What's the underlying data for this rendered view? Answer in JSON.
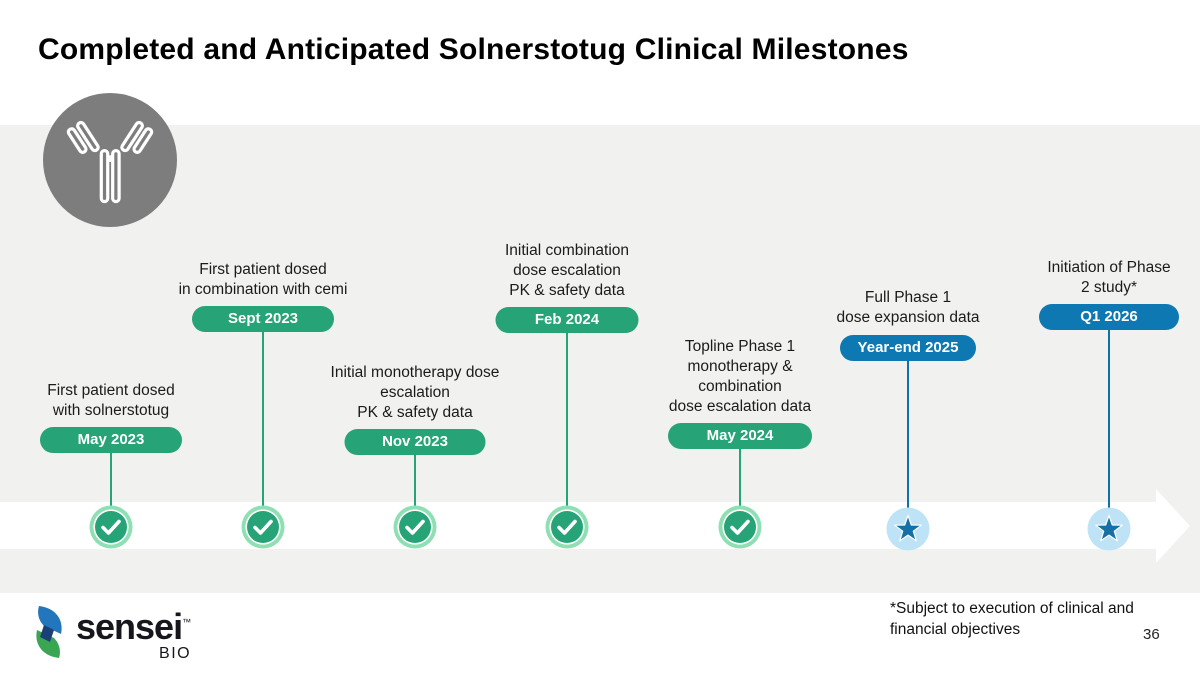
{
  "slide": {
    "title": "Completed and Anticipated Solnerstotug Clinical Milestones",
    "footnote": "*Subject to execution of clinical and\nfinancial objectives",
    "page_number": "36"
  },
  "logo": {
    "brand": "sensei",
    "tm": "™",
    "suffix": "BIO"
  },
  "colors": {
    "completed_green": "#26a377",
    "completed_ring_green": "#8edfb2",
    "anticipated_blue": "#0e78b2",
    "anticipated_light_blue": "#bfe3f6",
    "band_gray": "#f1f1ef",
    "antibody_circle_gray": "#7d7d7d"
  },
  "timeline": {
    "milestones": [
      {
        "label": "First patient dosed\nwith solnerstotug",
        "date": "May 2023",
        "status": "completed",
        "icon": "check"
      },
      {
        "label": "First patient dosed\nin combination with cemi",
        "date": "Sept 2023",
        "status": "completed",
        "icon": "check"
      },
      {
        "label": "Initial monotherapy dose\nescalation\nPK & safety data",
        "date": "Nov 2023",
        "status": "completed",
        "icon": "check"
      },
      {
        "label": "Initial combination\ndose escalation\nPK & safety data",
        "date": "Feb 2024",
        "status": "completed",
        "icon": "check"
      },
      {
        "label": "Topline Phase 1\nmonotherapy &\ncombination\ndose escalation data",
        "date": "May 2024",
        "status": "completed",
        "icon": "check"
      },
      {
        "label": "Full Phase 1\ndose expansion data",
        "date": "Year-end 2025",
        "status": "anticipated",
        "icon": "star"
      },
      {
        "label": "Initiation of Phase\n2 study*",
        "date": "Q1 2026",
        "status": "anticipated",
        "icon": "star"
      }
    ]
  }
}
